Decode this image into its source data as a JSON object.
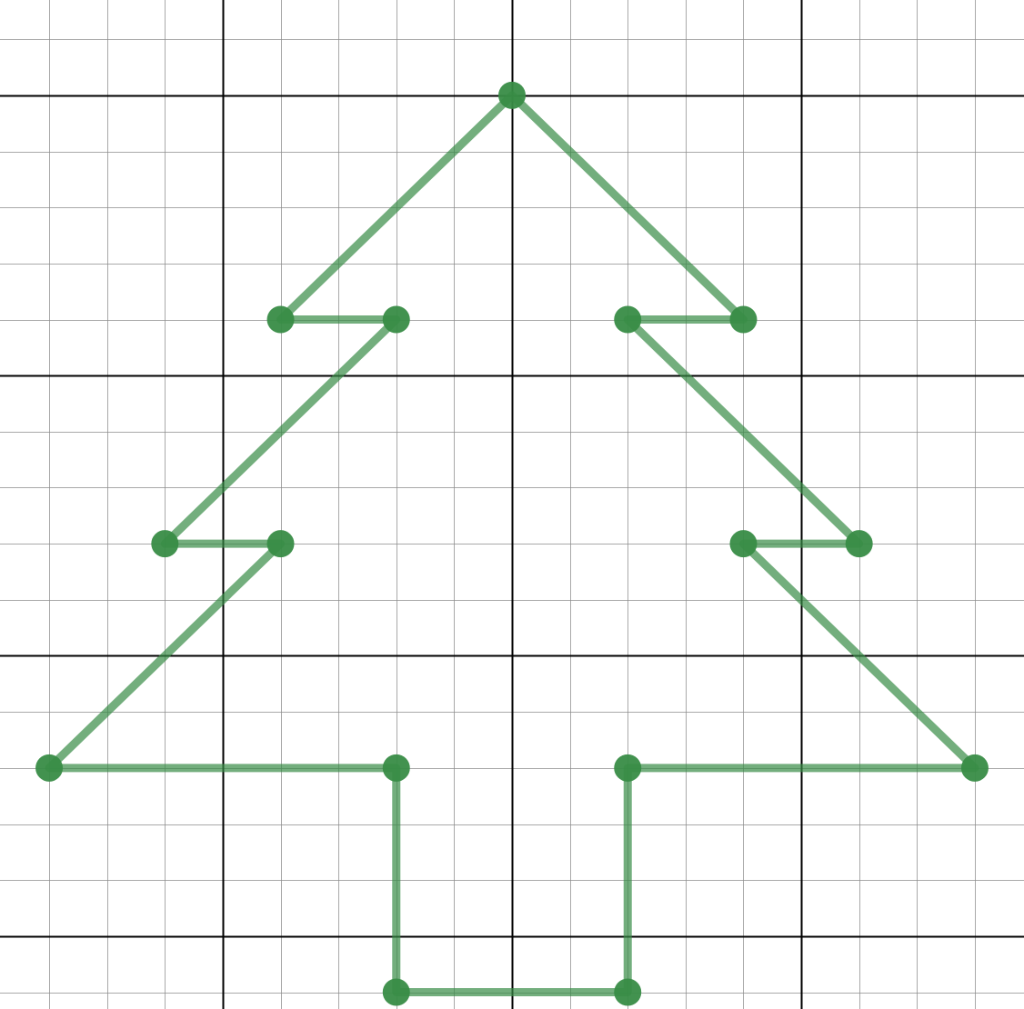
{
  "chart_data": {
    "type": "line",
    "title": "",
    "xlabel": "",
    "ylabel": "",
    "xlim": [
      -8.85,
      8.85
    ],
    "ylim": [
      -16.3,
      1.7
    ],
    "grid": true,
    "major_grid_every": 5,
    "minor_grid_every": 1,
    "axis_tick_labels_visible": false,
    "series": [
      {
        "color": "#388c46",
        "closed": true,
        "points": [
          {
            "x": 0,
            "y": 0
          },
          {
            "x": 4,
            "y": -4
          },
          {
            "x": 2,
            "y": -4
          },
          {
            "x": 6,
            "y": -8
          },
          {
            "x": 4,
            "y": -8
          },
          {
            "x": 8,
            "y": -12
          },
          {
            "x": 2,
            "y": -12
          },
          {
            "x": 2,
            "y": -16
          },
          {
            "x": -2,
            "y": -16
          },
          {
            "x": -2,
            "y": -12
          },
          {
            "x": -8,
            "y": -12
          },
          {
            "x": -4,
            "y": -8
          },
          {
            "x": -6,
            "y": -8
          },
          {
            "x": -2,
            "y": -4
          },
          {
            "x": -4,
            "y": -4
          },
          {
            "x": 0,
            "y": 0
          }
        ]
      }
    ]
  }
}
